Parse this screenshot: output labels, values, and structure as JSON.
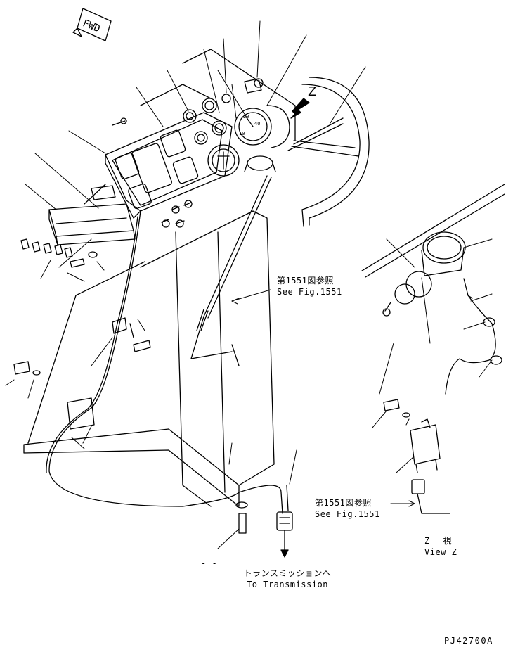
{
  "badge": {
    "fwd": "FWD"
  },
  "view_arrow": {
    "letter": "Z"
  },
  "references": {
    "left": {
      "jp": "第1551図参照",
      "en": "See Fig.1551"
    },
    "bottom": {
      "jp": "第1551図参照",
      "en": "See Fig.1551"
    }
  },
  "destination": {
    "jp": "トランスミッションへ",
    "en": "To Transmission"
  },
  "view_caption": {
    "jp": "Z 視",
    "en": "View Z"
  },
  "drawing_code": "PJ42700A",
  "dash_mark": "- -",
  "gauge_text": {
    "g1": "20",
    "g2": "40",
    "g3": "10"
  }
}
